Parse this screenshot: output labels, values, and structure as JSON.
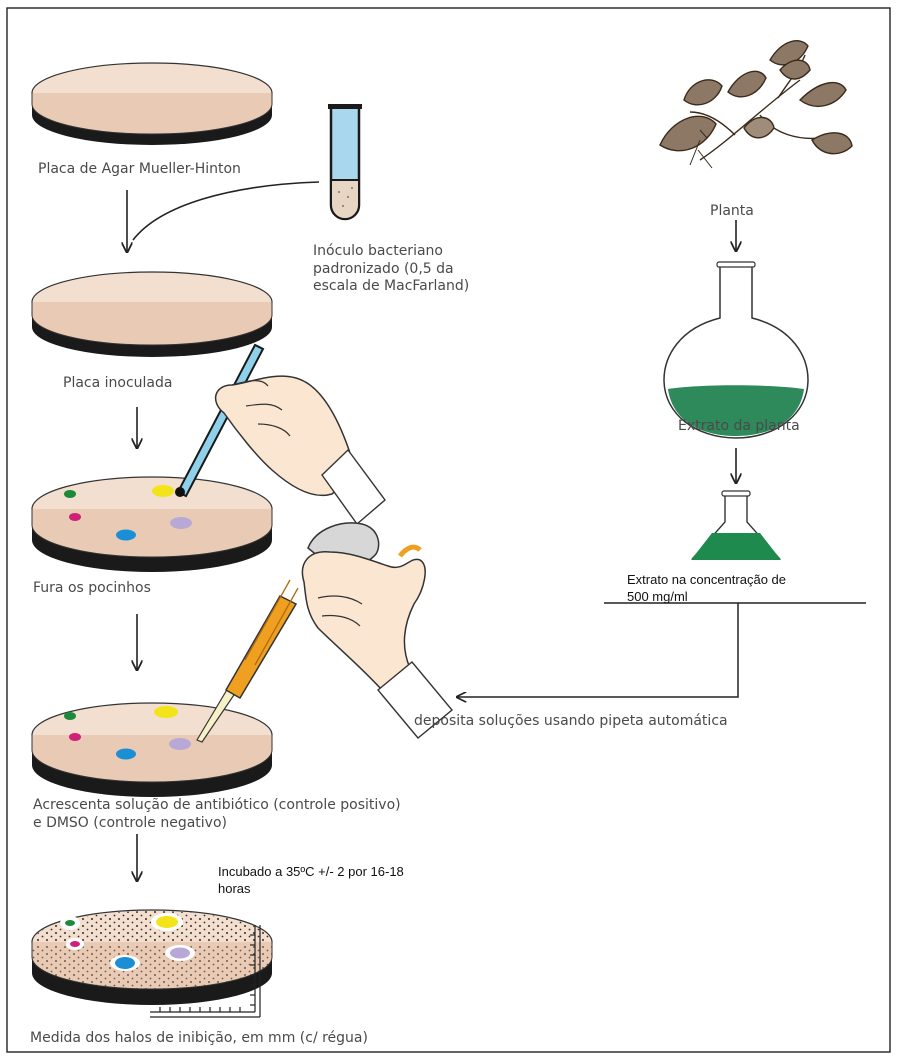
{
  "labels": {
    "plate_agar": "Placa de Agar Mueller-Hinton",
    "inoculum": "Inóculo bacteriano\npadronizado (0,5 da\nescala de MacFarland)",
    "plate_inoculated": "Placa inoculada",
    "wells": "Fura os pocinhos",
    "add_solution": "Acrescenta solução de antibiótico (controle positivo)\ne DMSO (controle negativo)",
    "incubation": "Incubado a 35ºC +/- 2 por 16-18\nhoras",
    "measure": "Medida dos halos de inibição, em mm (c/ régua)",
    "plant": "Planta",
    "extract": "Extrato da planta",
    "extract_conc": "Extrato na concentração de\n500 mg/ml",
    "deposit": "deposita soluções usando pipeta automática"
  },
  "colors": {
    "plate_fill": "#f3dfcf",
    "plate_rim": "#111111",
    "tube_liquid": "#a9d8ee",
    "flask_liquid": "#2e8a5a",
    "extract_liquid": "#1f8a4e",
    "well_green": "#1d8a3a",
    "well_magenta": "#d0217a",
    "well_yellow": "#f2e418",
    "well_lavender": "#b7a8d6",
    "well_blue": "#1b8fd6",
    "hand_skin": "#fbe6d2",
    "pipette_orange": "#f0a020"
  }
}
